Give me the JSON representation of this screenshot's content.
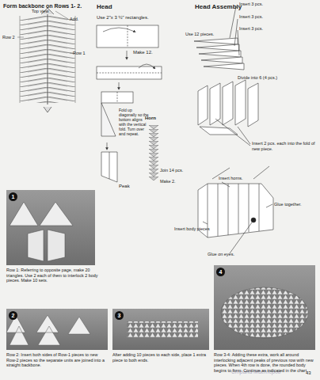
{
  "diagram": {
    "nodes": [
      {
        "text": [
          "1",
          "Row 1: Referring to opposite page, make 20 triangles. Use 2 each of them to interlock 2 body pieces. Make 10 sets."
        ]
      },
      {
        "text": [
          "2",
          "Row 2: Insert both sides of Row-1 pieces to new Row-2 pieces so the separate units are joined into a straight backbone."
        ]
      },
      {
        "text": [
          "3",
          "After adding 10 pieces to each side, place 1 extra piece to both ends."
        ]
      },
      {
        "text": [
          "4",
          "Row 3-4: Adding these extra, work all around interlocking adjacent peaks of previous row with new pieces. When 4th row is done, the rounded body begins to form. Continue as indicated in the chart."
        ]
      }
    ],
    "labels": [
      "Form backbone on Rows 1- 2.",
      "Top view",
      "Add.",
      "Row 2",
      "Row 1",
      "Head",
      "Use 2\"x 3 ½\" rectangles.",
      "Make 12.",
      "Fold up diagonally so the bottom aligns with the vertical fold. Turn over and repeat.",
      "Peak",
      "Horn",
      "Join 14 pcs.",
      "Make 2.",
      "Head Assembly",
      "Insert 3 pcs.",
      "Insert 3 pcs.",
      "Insert 3 pcs.",
      "Use 12 pieces.",
      "Divide into 6 (4 pcs.)",
      "Insert 2 pcs. each into the fold of new piece.",
      "Insert horns.",
      "Glue together.",
      "Insert body pieces",
      "Glue on eyes.",
      "43",
      "Страна Мастеров"
    ]
  }
}
